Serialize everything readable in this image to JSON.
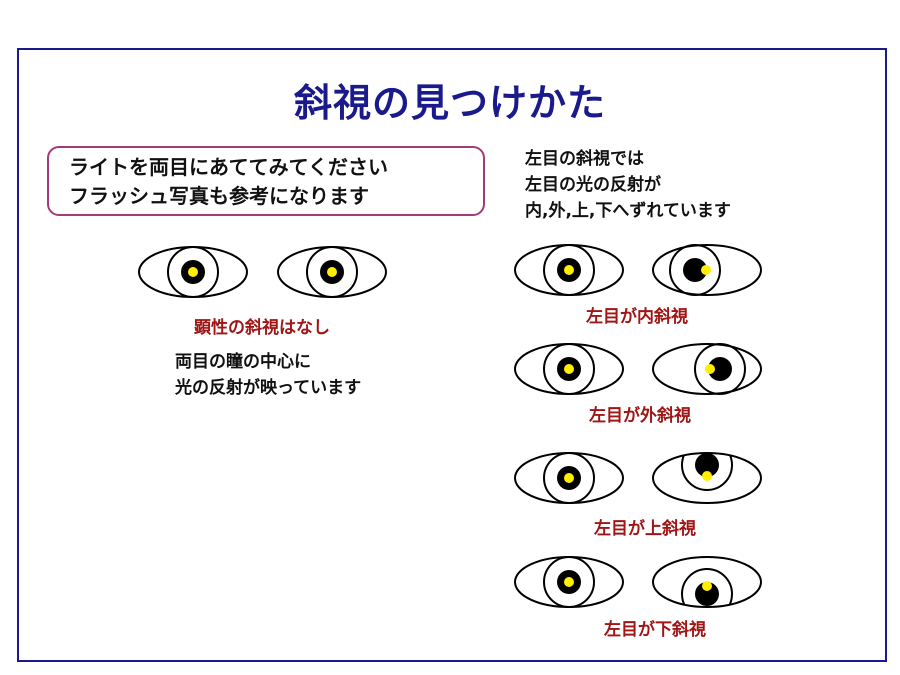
{
  "title": "斜視の見つけかた",
  "instruction": {
    "line1": "ライトを両目にあててみてください",
    "line2": "フラッシュ写真も参考になります"
  },
  "normal": {
    "caption": "顕性の斜視はなし",
    "desc_line1": "両目の瞳の中心に",
    "desc_line2": "光の反射が映っています"
  },
  "right_intro": {
    "line1": "左目の斜視では",
    "line2": "左目の光の反射が",
    "line3": "内,外,上,下へずれています"
  },
  "cases": [
    {
      "caption": "左目が内斜視",
      "deviation": "inward"
    },
    {
      "caption": "左目が外斜視",
      "deviation": "outward"
    },
    {
      "caption": "左目が上斜視",
      "deviation": "upward"
    },
    {
      "caption": "左目が下斜視",
      "deviation": "downward"
    }
  ],
  "colors": {
    "frame": "#1a1a8c",
    "title": "#1a1a8c",
    "box_border": "#a33a7a",
    "caption": "#a01515",
    "pupil": "#000000",
    "reflex": "#ffee00"
  }
}
